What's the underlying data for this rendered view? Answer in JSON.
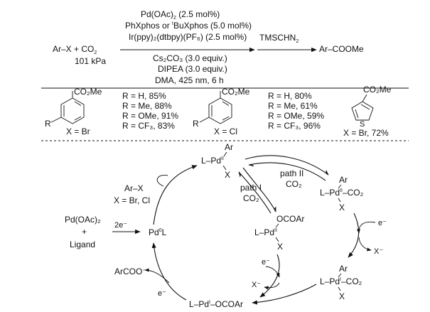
{
  "reaction": {
    "reactant_left": "Ar–X + CO",
    "reactant_sub": "2",
    "pressure": "101 kPa",
    "cond1": "Pd(OAc)",
    "cond1_sub": "2",
    "cond1_rest": " (2.5 mol%)",
    "cond2_a": "PhXphos or ",
    "cond2_sup": "t",
    "cond2_b": "BuXphos (5.0 mol%)",
    "cond3": "Ir(ppy)₂(dtbpy)(PF₆) (2.5 mol%)",
    "cond4": "Cs₂CO₃ (3.0 equiv.)",
    "cond5": "DIPEA (3.0 equiv.)",
    "cond6": "DMA, 425 nm, 6 h",
    "second_reagent": "TMSCHN",
    "second_reagent_sub": "2",
    "product": "Ar–COOMe"
  },
  "substrates": {
    "s1": {
      "group": "CO₂Me",
      "r": "R",
      "x": "X = Br",
      "yields": [
        "R = H, 85%",
        "R = Me, 88%",
        "R = OMe, 91%",
        "R = CF₃, 83%"
      ]
    },
    "s2": {
      "group": "CO₂Me",
      "r": "R",
      "x": "X = Cl",
      "yields": [
        "R = H, 80%",
        "R = Me, 61%",
        "R = OMe, 59%",
        "R = CF₃, 96%"
      ]
    },
    "s3": {
      "group": "CO₂Me",
      "s": "S",
      "x": "X = Br, 72%"
    }
  },
  "mechanism": {
    "precursor": [
      "Pd(OAc)₂",
      "+",
      "Ligand"
    ],
    "reduction": "2e⁻",
    "pd0": "Pd",
    "pd0_sup": "0",
    "pd0_l": "L",
    "substrate_in": "Ar–X",
    "substrate_x": "X = Br, Cl",
    "pd2_ar": "Ar",
    "pd2_l": "L–Pd",
    "pd2_sup": "II",
    "pd2_x": "X",
    "path1": "path I",
    "path1_co2": "CO₂",
    "path2": "path II",
    "path2_co2": "CO₂",
    "pd2co2_ar": "Ar",
    "pd2co2_l": "L–Pd",
    "pd2co2_sup": "II",
    "pd2co2_r": "–CO₂",
    "pd2co2_x": "X",
    "e1": "e⁻",
    "x1": "X⁻",
    "pd1_ar": "Ar",
    "pd1_l": "L–Pd",
    "pd1_sup": "I",
    "pd1_r": "–CO₂",
    "pd1_x": "X",
    "ocoar_top": "OCOAr",
    "ocoar_l": "L–Pd",
    "ocoar_sup": "II",
    "ocoar_x": "X",
    "e2": "e⁻",
    "x2": "X⁻",
    "bottom_l": "L–Pd",
    "bottom_sup": "I",
    "bottom_r": "–OCOAr",
    "product_out": "ArCOO⁻",
    "e3": "e⁻"
  }
}
